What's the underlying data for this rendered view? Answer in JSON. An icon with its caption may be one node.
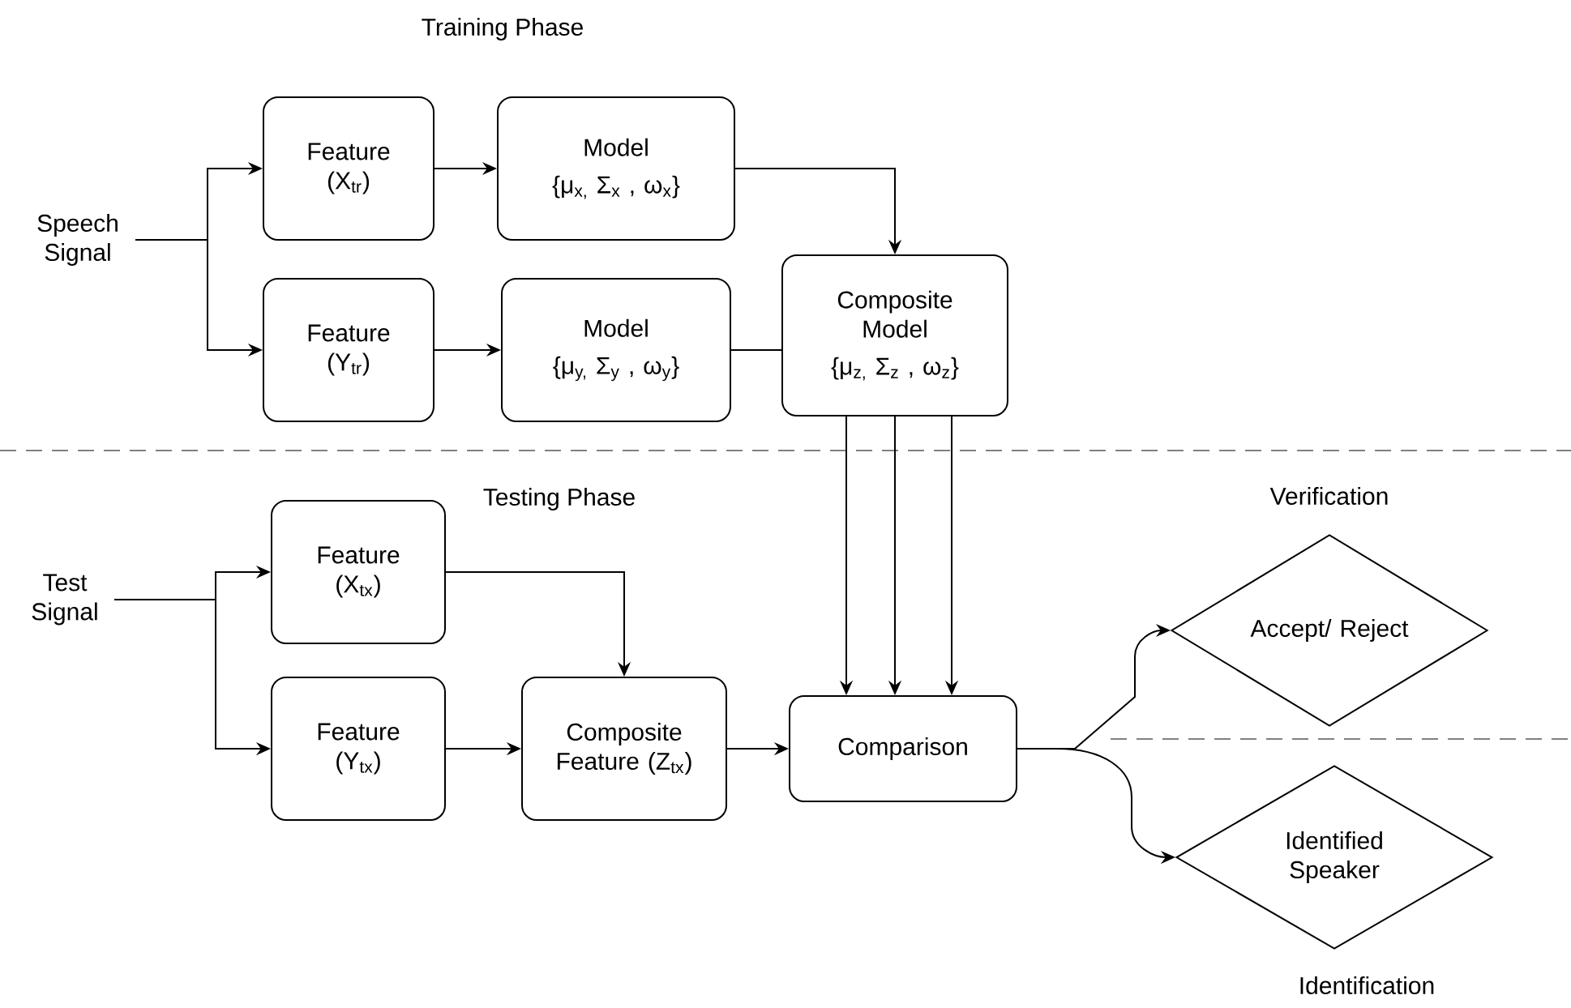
{
  "diagram": {
    "nodes": [
      {
        "text": [
          "Speech Signal"
        ]
      },
      {
        "text": [
          "Feature (X$_{tr}$)"
        ]
      },
      {
        "text": [
          "Model",
          "{μ$_{x,}$ Σ$_{x}$ , ω$_{x}$}"
        ]
      },
      {
        "text": [
          "Feature (Y$_{tr}$)"
        ]
      },
      {
        "text": [
          "Model",
          "{μ$_{y,}$ Σ$_{y}$ , ω$_{y}$}"
        ]
      },
      {
        "text": [
          "Composite Model",
          "{μ$_{z,}$ Σ$_{z}$ , ω$_{z}$}"
        ]
      },
      {
        "text": [
          "Test Signal"
        ]
      },
      {
        "text": [
          "Feature (X$_{tx}$)"
        ]
      },
      {
        "text": [
          "Feature (Y$_{tx}$)"
        ]
      },
      {
        "text": [
          "Composite Feature (Z$_{tx}$)"
        ]
      },
      {
        "text": [
          "Comparison"
        ]
      },
      {
        "text": [
          "Accept/ Reject"
        ],
        "beside": [
          "Verification"
        ]
      },
      {
        "text": [
          "Identified Speaker"
        ],
        "beside": [
          "Identification"
        ]
      }
    ],
    "edges": [
      {
        "from": 0,
        "to": 1,
        "arrow": "to"
      },
      {
        "from": 0,
        "to": 3,
        "arrow": "to"
      },
      {
        "from": 1,
        "to": 2,
        "arrow": "to"
      },
      {
        "from": 3,
        "to": 4,
        "arrow": "to"
      },
      {
        "from": 2,
        "to": 5,
        "arrow": "to"
      },
      {
        "from": 4,
        "to": 5,
        "arrow": "none"
      },
      {
        "from": 5,
        "to": 10,
        "arrow": "to"
      },
      {
        "from": 5,
        "to": 10,
        "arrow": "to"
      },
      {
        "from": 5,
        "to": 10,
        "arrow": "to"
      },
      {
        "from": 6,
        "to": 7,
        "arrow": "to"
      },
      {
        "from": 6,
        "to": 8,
        "arrow": "to"
      },
      {
        "from": 7,
        "to": 9,
        "arrow": "to"
      },
      {
        "from": 8,
        "to": 9,
        "arrow": "to"
      },
      {
        "from": 9,
        "to": 10,
        "arrow": "to"
      },
      {
        "from": 10,
        "to": 11,
        "arrow": "to"
      },
      {
        "from": 10,
        "to": 12,
        "arrow": "to"
      }
    ],
    "labels": [
      "Training Phase",
      "Testing Phase"
    ]
  }
}
